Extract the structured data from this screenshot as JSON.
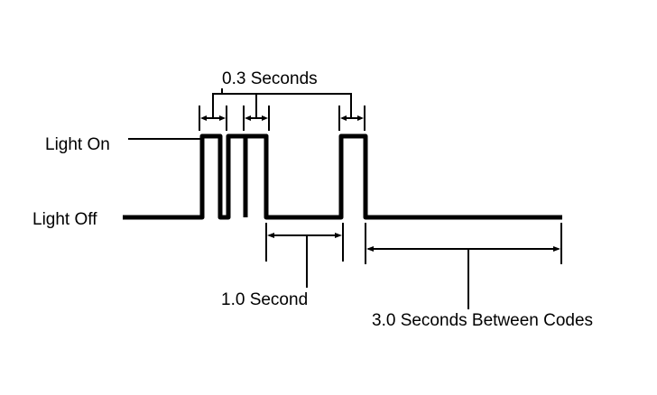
{
  "labels": {
    "pulse_width": "0.3 Seconds",
    "light_on": "Light On",
    "light_off": "Light Off",
    "pulse_gap": "1.0 Second",
    "code_gap": "3.0 Seconds Between Codes"
  }
}
